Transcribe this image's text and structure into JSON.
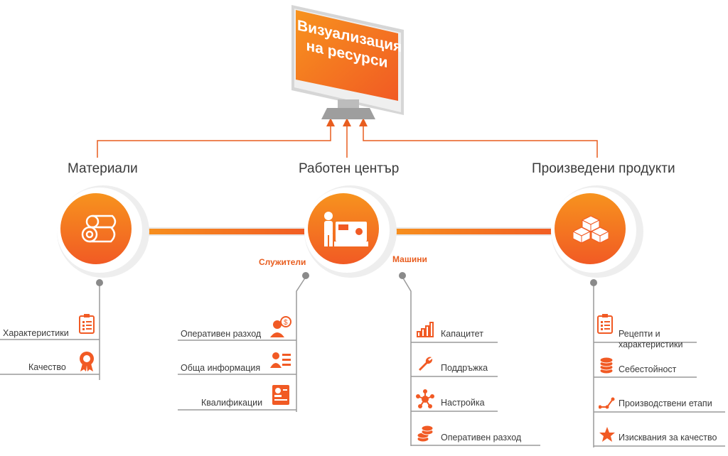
{
  "colors": {
    "accent": "#f15a24",
    "accent_light": "#f7931e",
    "line": "#8a8a8a",
    "text": "#3a3a3a"
  },
  "monitor": {
    "line1": "Визуализация",
    "line2": "на ресурси"
  },
  "sections": {
    "materials": {
      "title": "Материали",
      "icon": "logs-icon",
      "items": [
        {
          "label": "Характеристики",
          "icon": "clipboard-icon"
        },
        {
          "label": "Качество",
          "icon": "award-ribbon-icon"
        }
      ]
    },
    "workcenter": {
      "title": "Работен център",
      "icon": "worker-machine-icon",
      "employees": {
        "label": "Служители",
        "items": [
          {
            "label": "Оперативен разход",
            "icon": "person-cost-icon"
          },
          {
            "label": "Обща информация",
            "icon": "contacts-icon"
          },
          {
            "label": "Квалификации",
            "icon": "id-card-icon"
          }
        ]
      },
      "machines": {
        "label": "Машини",
        "items": [
          {
            "label": "Капацитет",
            "icon": "bar-chart-icon"
          },
          {
            "label": "Поддръжка",
            "icon": "wrench-icon"
          },
          {
            "label": "Настройка",
            "icon": "network-icon"
          },
          {
            "label": "Оперативен разход",
            "icon": "coins-icon"
          }
        ]
      }
    },
    "products": {
      "title": "Произведени продукти",
      "icon": "boxes-icon",
      "items": [
        {
          "label": "Рецепти и\nхарактеристики",
          "icon": "clipboard-icon"
        },
        {
          "label": "Себестойност",
          "icon": "coins-icon"
        },
        {
          "label": "Производствени етапи",
          "icon": "steps-icon"
        },
        {
          "label": "Изисквания за качество",
          "icon": "star-icon"
        }
      ]
    }
  }
}
